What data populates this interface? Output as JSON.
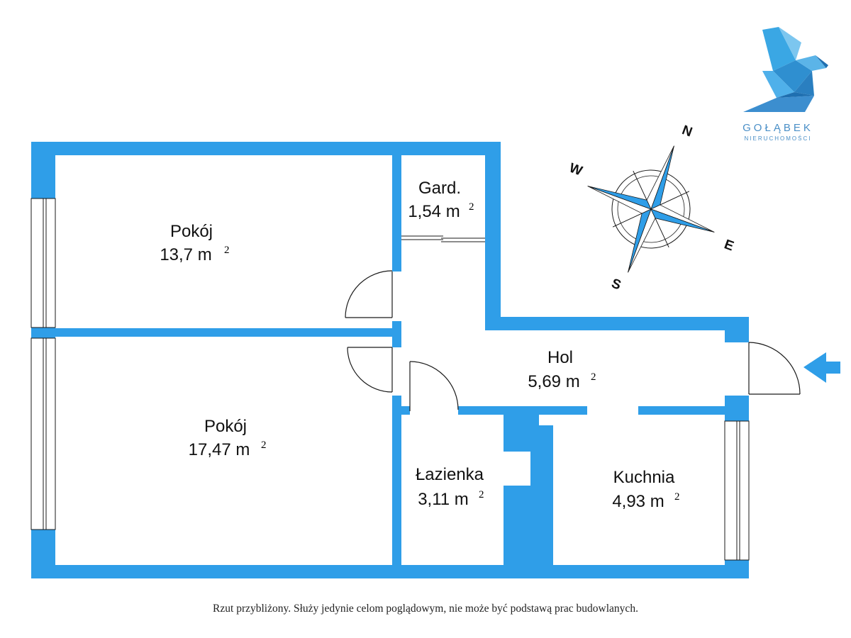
{
  "colors": {
    "wall": "#2f9ee8",
    "line": "#1a1a1a",
    "compass_light": "#ffffff",
    "logo": "#4a8fc7"
  },
  "rooms": {
    "pokoj_top": {
      "name": "Pokój",
      "area": "13,7 m",
      "unit_sup": "2"
    },
    "pokoj_bottom": {
      "name": "Pokój",
      "area": "17,47 m",
      "unit_sup": "2"
    },
    "garderoba": {
      "name": "Gard.",
      "area": "1,54 m",
      "unit_sup": "2"
    },
    "hol": {
      "name": "Hol",
      "area": "5,69 m",
      "unit_sup": "2"
    },
    "lazienka": {
      "name": "Łazienka",
      "area": "3,11 m",
      "unit_sup": "2"
    },
    "kuchnia": {
      "name": "Kuchnia",
      "area": "4,93 m",
      "unit_sup": "2"
    }
  },
  "compass": {
    "n": "N",
    "s": "S",
    "e": "E",
    "w": "W"
  },
  "logo": {
    "name": "GOŁĄBEK",
    "subtitle": "NIERUCHOMOŚCI"
  },
  "entrance_icon": "entrance-arrow-icon",
  "disclaimer": "Rzut przybliżony. Służy jedynie celom poglądowym, nie może być podstawą prac budowlanych."
}
